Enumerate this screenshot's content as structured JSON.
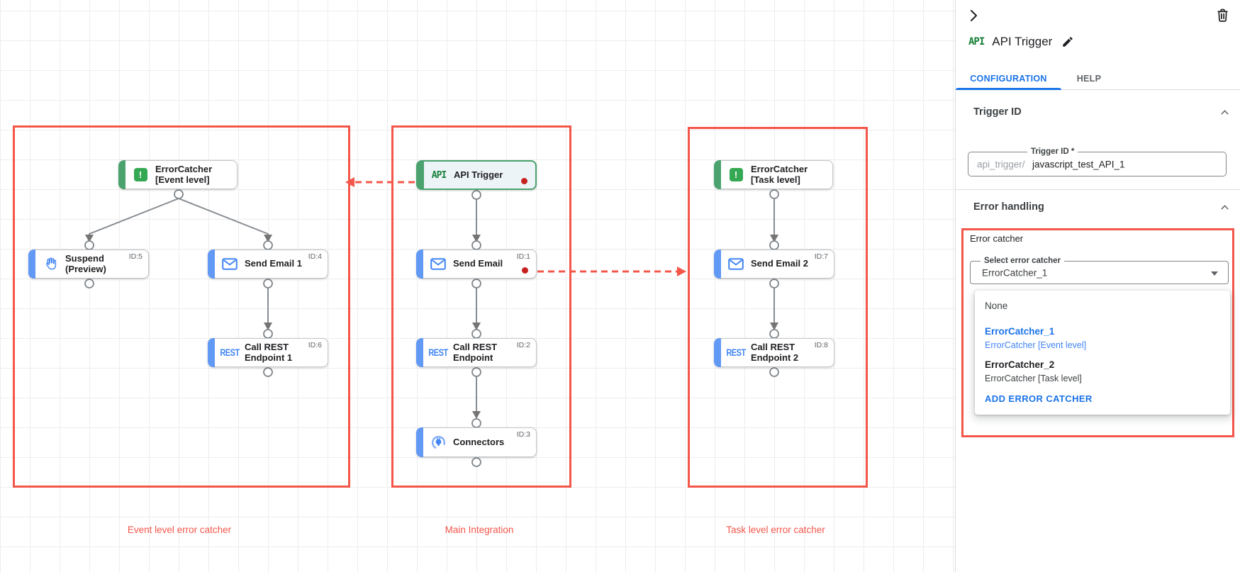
{
  "canvas": {
    "groups": [
      {
        "label": "Event level error catcher"
      },
      {
        "label": "Main Integration"
      },
      {
        "label": "Task level error catcher"
      }
    ],
    "nodes": {
      "error_catcher_event": {
        "line1": "ErrorCatcher",
        "line2": "[Event level]",
        "icon_text": "!"
      },
      "suspend": {
        "line1": "Suspend",
        "line2": "(Preview)",
        "id": "ID:5"
      },
      "send_email_1": {
        "line1": "Send Email 1",
        "id": "ID:4"
      },
      "call_rest_1": {
        "line1": "Call REST",
        "line2": "Endpoint 1",
        "id": "ID:6",
        "icon_text": "REST"
      },
      "api_trigger": {
        "line1": "API Trigger",
        "icon_text": "API"
      },
      "send_email": {
        "line1": "Send Email",
        "id": "ID:1"
      },
      "call_rest": {
        "line1": "Call REST",
        "line2": "Endpoint",
        "id": "ID:2",
        "icon_text": "REST"
      },
      "connectors": {
        "line1": "Connectors",
        "id": "ID:3"
      },
      "error_catcher_task": {
        "line1": "ErrorCatcher",
        "line2": "[Task level]",
        "icon_text": "!"
      },
      "send_email_2": {
        "line1": "Send Email 2",
        "id": "ID:7"
      },
      "call_rest_2": {
        "line1": "Call REST",
        "line2": "Endpoint 2",
        "id": "ID:8",
        "icon_text": "REST"
      }
    }
  },
  "panel": {
    "title": "API Trigger",
    "title_icon_text": "API",
    "tabs": [
      {
        "label": "CONFIGURATION"
      },
      {
        "label": "HELP"
      }
    ],
    "trigger_id": {
      "header": "Trigger ID",
      "field_label": "Trigger ID *",
      "prefix": "api_trigger/",
      "value": "javascript_test_API_1"
    },
    "error_handling": {
      "header": "Error handling",
      "group_label": "Error catcher",
      "select_label": "Select error catcher",
      "select_value": "ErrorCatcher_1",
      "options": [
        {
          "title": "None",
          "subtitle": ""
        },
        {
          "title": "ErrorCatcher_1",
          "subtitle": "ErrorCatcher [Event level]"
        },
        {
          "title": "ErrorCatcher_2",
          "subtitle": "ErrorCatcher [Task level]"
        }
      ],
      "add_button": "ADD ERROR CATCHER"
    }
  },
  "colors": {
    "annotation_red": "#f4564a",
    "error_dot_red": "#c5221f",
    "accent_blue": "#1a73e8",
    "task_blue": "#4285f4",
    "trigger_green": "#34a853"
  }
}
